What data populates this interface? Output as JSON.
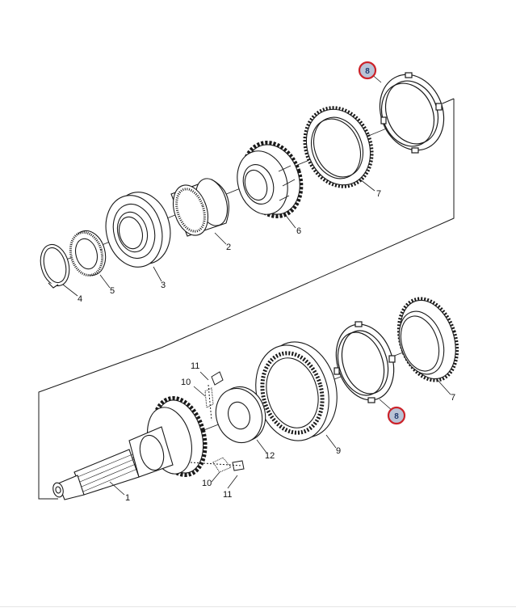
{
  "colors": {
    "line": "#1a1a1a",
    "callout_stroke": "#cc2229",
    "callout_fill": "#b9c3d6",
    "callout_text": "#1f3a6e"
  },
  "labels": {
    "part_1": "1",
    "part_2": "2",
    "part_3": "3",
    "part_4": "4",
    "part_5": "5",
    "part_6": "6",
    "part_7_top": "7",
    "part_7_bottom": "7",
    "part_8_top": "8",
    "part_8_bottom": "8",
    "part_9": "9",
    "part_10_top": "10",
    "part_10_bottom": "10",
    "part_11_top": "11",
    "part_11_bottom": "11",
    "part_12": "12"
  },
  "icons": {
    "highlight_callout": "red-ring-callout-icon"
  }
}
